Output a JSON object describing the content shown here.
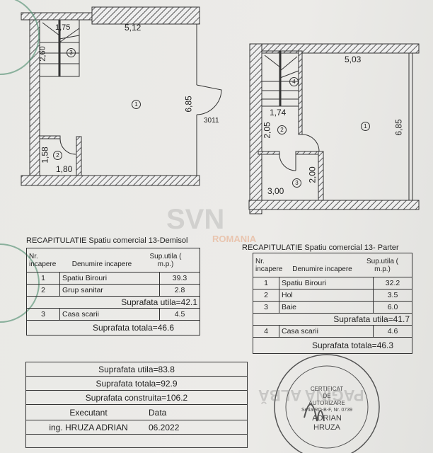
{
  "plan_demisol": {
    "dims": {
      "top": "5,12",
      "right": "6,85",
      "stair_w": "1,75",
      "stair_h": "2,60",
      "bath_h": "1,58",
      "bath_w": "1,80"
    },
    "rooms": [
      "1",
      "2",
      "3"
    ],
    "door_label": "3011"
  },
  "plan_parter": {
    "dims": {
      "top": "5,03",
      "right": "6,85",
      "stair_w": "1,74",
      "hol_h": "2,05",
      "baie_h": "2,00",
      "baie_w": "3,00"
    },
    "rooms": [
      "1",
      "2",
      "3",
      "4"
    ]
  },
  "table_demisol": {
    "title": "RECAPITULATIE  Spatiu comercial 13-Demisol",
    "headers": {
      "nr": "Nr. incapere",
      "name": "Denumire incapere",
      "area": "Sup.utila ( m.p.)"
    },
    "rows": [
      {
        "nr": "1",
        "name": "Spatiu Birouri",
        "area": "39.3"
      },
      {
        "nr": "2",
        "name": "Grup sanitar",
        "area": "2.8"
      }
    ],
    "utila": "Suprafata utila=42.1",
    "extra": {
      "nr": "3",
      "name": "Casa scarii",
      "area": "4.5"
    },
    "totala": "Suprafata totala=46.6"
  },
  "table_parter": {
    "title": "RECAPITULATIE  Spatiu comercial 13- Parter",
    "headers": {
      "nr": "Nr. incapere",
      "name": "Denumire incapere",
      "area": "Sup.utila ( m.p.)"
    },
    "rows": [
      {
        "nr": "1",
        "name": "Spatiu Birouri",
        "area": "32.2"
      },
      {
        "nr": "2",
        "name": "Hol",
        "area": "3.5"
      },
      {
        "nr": "3",
        "name": "Baie",
        "area": "6.0"
      }
    ],
    "utila": "Suprafata utila=41.7",
    "extra": {
      "nr": "4",
      "name": "Casa scarii",
      "area": "4.6"
    },
    "totala": "Suprafata totala=46.3"
  },
  "summary": {
    "utila": "Suprafata utila=83.8",
    "totala": "Suprafata totala=92.9",
    "construita": "Suprafata construita=106.2",
    "executant_label": "Executant",
    "data_label": "Data",
    "executant": "ing. HRUZA ADRIAN",
    "data": "06.2022"
  },
  "stamp": {
    "lines": [
      "CERTIFICAT",
      "DE",
      "AUTORIZARE",
      "Seria RO-B-F, Nr. 0739",
      "ADRIAN",
      "HRUZA"
    ]
  },
  "watermarks": {
    "logo": "SVN",
    "sub": "ROMANIA",
    "page_stamp": "PAGINA ALBĂ"
  }
}
